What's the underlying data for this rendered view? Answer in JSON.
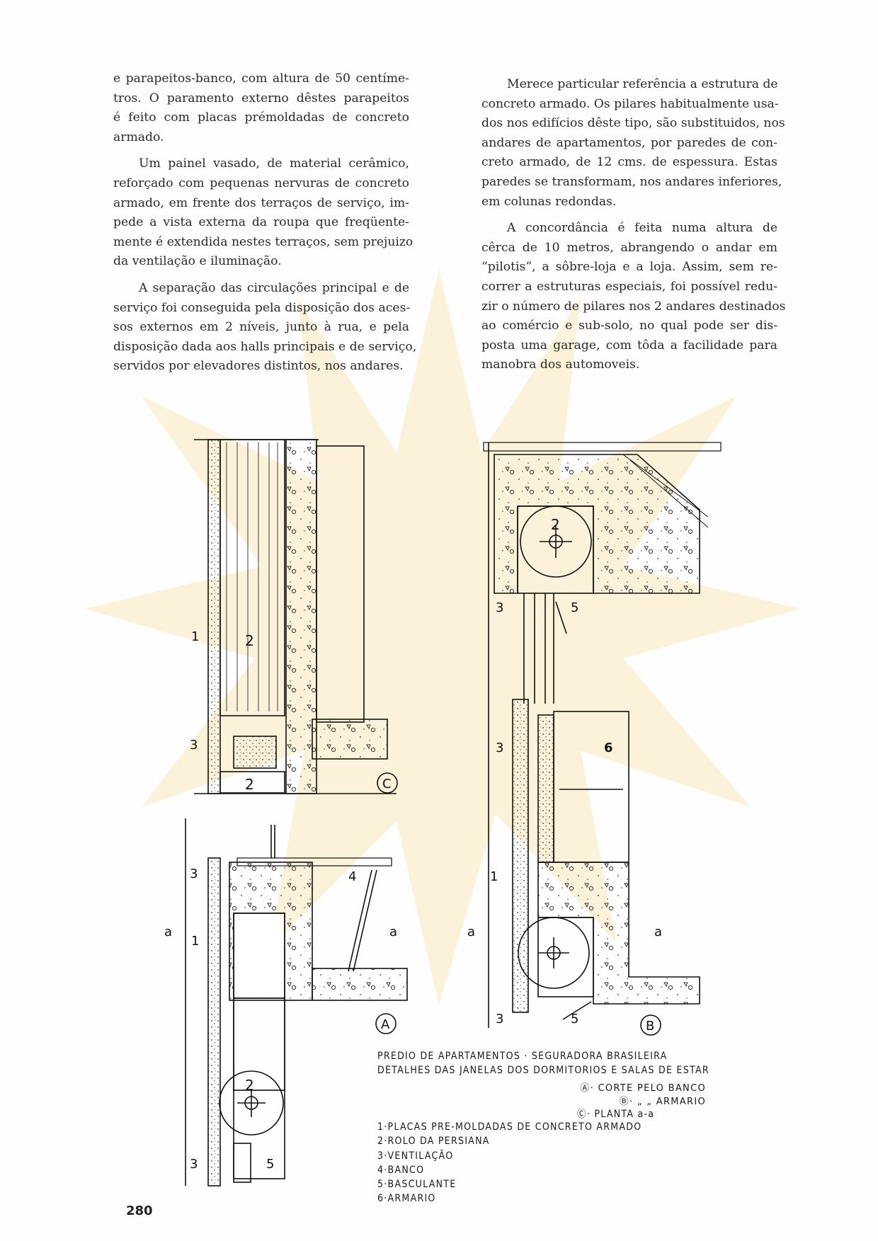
{
  "left_column": {
    "paragraphs": [
      [
        "e parapeitos-banco, com altura de 50 centíme-",
        "tros. O paramento externo dêstes parapeitos",
        "é feito com placas prémoldadas de concreto",
        "armado."
      ],
      [
        "Um painel vasado, de material cerâmico,",
        "reforçado com pequenas nervuras de concreto",
        "armado, em frente dos terraços de serviço, im-",
        "pede a vista externa da roupa que freqüente-",
        "mente é extendida nestes terraços, sem prejuizo",
        "da ventilação e iluminação."
      ],
      [
        "A separação das circulações principal e de",
        "serviço foi conseguida pela disposição dos aces-",
        "sos externos em 2 níveis, junto à rua, e pela",
        "disposição dada aos halls principais e de serviço,",
        "servidos por elevadores distintos, nos andares."
      ]
    ]
  },
  "right_column": {
    "paragraphs": [
      [
        "Merece particular referência a estrutura de",
        "concreto armado. Os pilares habitualmente usa-",
        "dos nos edifícios dêste tipo, são substituidos, nos",
        "andares de apartamentos, por paredes de con-",
        "creto armado, de 12 cms. de espessura. Estas",
        "paredes se transformam, nos andares inferiores,",
        "em colunas redondas."
      ],
      [
        "A concordância é feita numa altura de",
        "cêrca de 10 metros, abrangendo o andar em",
        "“pilotis”, a sôbre-loja e a loja. Assim, sem re-",
        "correr a estruturas especiais, foi possível redu-",
        "zir o número de pilares nos 2 andares destinados",
        "ao comércio e sub-solo, no qual pode ser dis-",
        "posta uma garage, com tôda a facilidade para",
        "manobra dos automoveis."
      ]
    ]
  },
  "drawings": {
    "C": {
      "id": "C",
      "labels": [
        "1",
        "2",
        "3",
        "2"
      ]
    },
    "A": {
      "id": "A",
      "labels": [
        "3",
        "a",
        "1",
        "4",
        "a",
        "2",
        "3",
        "5"
      ]
    },
    "B": {
      "id": "B",
      "labels": [
        "2",
        "3",
        "5",
        "3",
        "6",
        "1",
        "a",
        "a",
        "3",
        "5"
      ]
    }
  },
  "caption": {
    "title_1": "PREDIO DE APARTAMENTOS · SEGURADORA BRASILEIRA",
    "title_2": "DETALHES DAS JANELAS DOS DORMITORIOS E SALAS DE ESTAR",
    "sections": [
      "Ⓐ· CORTE PELO BANCO",
      "Ⓑ·   „      „  ARMARIO",
      "Ⓒ· PLANTA  a-a"
    ],
    "legend": [
      "1·PLACAS PRE-MOLDADAS DE CONCRETO ARMADO",
      "2·ROLO DA PERSIANA",
      "3·VENTILAÇÃO",
      "4·BANCO",
      "5·BASCULANTE",
      "6·ARMARIO"
    ]
  },
  "page_number": "280",
  "colors": {
    "watermark": "#fbf0d2",
    "ink": "#1a1a1a"
  }
}
